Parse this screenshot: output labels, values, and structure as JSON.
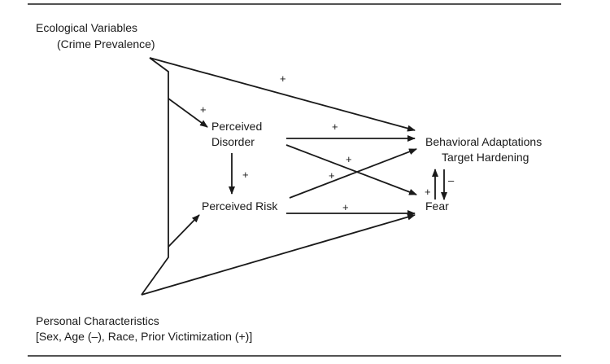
{
  "nodes": {
    "ecological": {
      "line1": "Ecological Variables",
      "line2": "(Crime Prevalence)"
    },
    "disorder": {
      "line1": "Perceived",
      "line2": "Disorder"
    },
    "risk": {
      "line1": "Perceived Risk"
    },
    "behavioral": {
      "line1": "Behavioral Adaptations",
      "line2": "Target Hardening"
    },
    "fear": {
      "line1": "Fear"
    },
    "personal": {
      "line1": "Personal Characteristics",
      "line2": "[Sex, Age (–), Race, Prior Victimization (+)]"
    }
  },
  "edges": {
    "eco_to_behavioral": "+",
    "vertical_to_disorder": "+",
    "disorder_to_risk": "+",
    "disorder_to_behavioral": "+",
    "disorder_to_fear": "+",
    "risk_to_behavioral": "+",
    "risk_to_fear": "+",
    "behavioral_to_fear": "–",
    "fear_to_behavioral": "+"
  }
}
